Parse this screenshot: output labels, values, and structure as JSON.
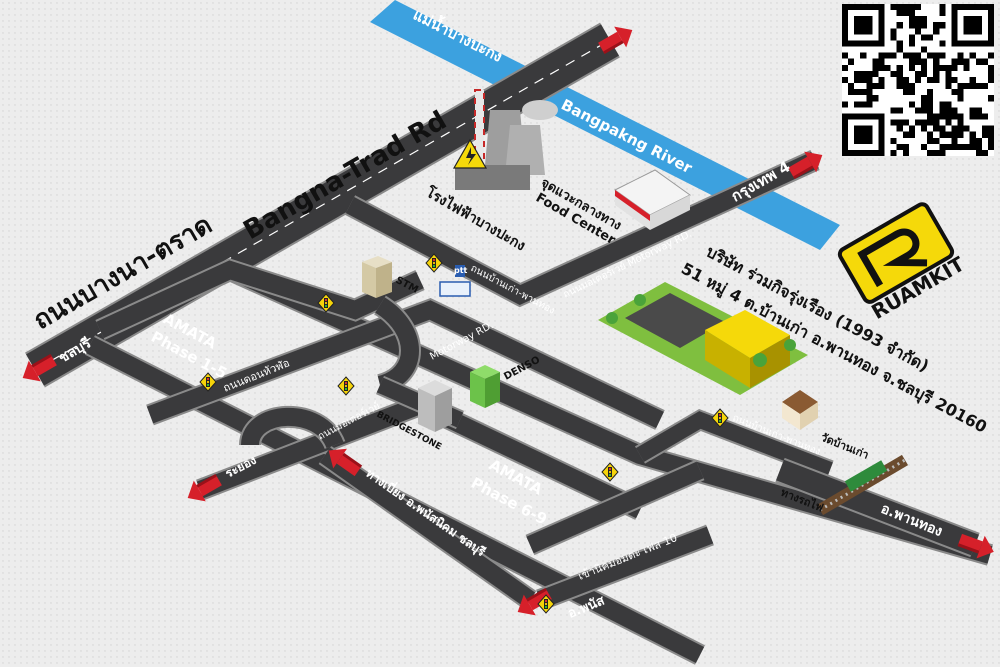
{
  "colors": {
    "background": "#ededed",
    "road": "#3a3a3c",
    "road_edge": "#8a8a8a",
    "lane_mark": "#ffffff",
    "river": "#3ca1df",
    "arrow": "#d6202a",
    "logo_yellow": "#f5d90a",
    "grass": "#7fbf3f",
    "building_green": "#6cc24a"
  },
  "roads": {
    "bangna_trad_th": "ถนนบางนา-ตราด",
    "bangna_trad_en": "Bangna-Trad Rd",
    "chonburi": "ชลบุรี",
    "bangkok_4": "กรุงเทพ 4",
    "motorway_th": "ถนนมอเตอร์เวย์ Motorway RD.",
    "motorway_en": "Motorway RD.",
    "bankao_phanthong_1": "ถนนบ้านเก่า-พานทอง",
    "bankao_phanthong_2": "ถนนบ้านเก่า-พานทอง",
    "donhuaro": "ถนนดอนหัวฬ่อ",
    "motorway_short": "ถนนมอเตอร์เวย์",
    "rayong": "ระยอง",
    "bypass": "ทางเบี่ยง อ.พนัสนิคม ชลบุรี",
    "amata_phase10": "เข้านิคมอมตะ เฟส 10",
    "phanat": "อ.พนัส",
    "phanthong": "อ.พานทอง"
  },
  "water": {
    "river_th": "แม่น้ำบางปะกง",
    "river_en": "Bangpakng River"
  },
  "places": {
    "power_plant": "โรงไฟฟ้าบางปะกง",
    "food_center_th": "จุดแวะกลางทาง",
    "food_center_en": "Food Center",
    "stm": "STM",
    "ptt": "ptt",
    "denso": "DENSO",
    "bridgestone": "BRIDGESTONE",
    "amata_15_line1": "AMATA",
    "amata_15_line2": "Phase 1-5",
    "amata_69_line1": "AMATA",
    "amata_69_line2": "Phase 6-9",
    "temple": "วัดบ้านเก่า",
    "railway": "ทางรถไฟ"
  },
  "company": {
    "name": "บริษัท ร่วมกิจรุ่งเรือง (1993 จำกัด)",
    "address": "51 หมู่ 4 ต.บ้านเก่า อ.พานทอง จ.ชลบุรี 20160"
  },
  "logo": {
    "text": "RUAMKIT"
  },
  "icons": {
    "power": "lightning-warning-icon",
    "traffic": "traffic-light-icon",
    "arrow": "direction-arrow-icon",
    "qr": "qr-code-icon"
  }
}
